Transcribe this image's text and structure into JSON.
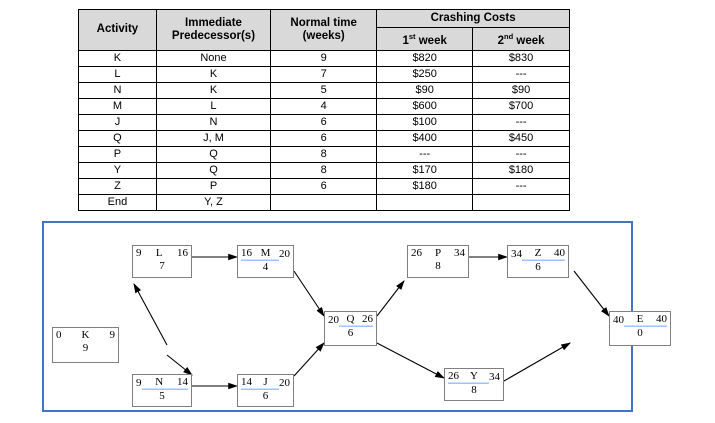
{
  "table": {
    "headers": {
      "activity": "Activity",
      "predecessor": "Immediate Predecessor(s)",
      "predecessor_l1": "Immediate",
      "predecessor_l2": "Predecessor(s)",
      "normal_time_l1": "Normal time",
      "normal_time_l2": "(weeks)",
      "crashing_costs": "Crashing Costs",
      "week1": "1st week",
      "week1_num": "1",
      "week1_sup": "st",
      "week1_rest": " week",
      "week2_num": "2",
      "week2_sup": "nd",
      "week2_rest": " week"
    },
    "rows": [
      {
        "activity": "K",
        "predecessor": "None",
        "normal_time": "9",
        "week1": "$820",
        "week2": "$830"
      },
      {
        "activity": "L",
        "predecessor": "K",
        "normal_time": "7",
        "week1": "$250",
        "week2": "---"
      },
      {
        "activity": "N",
        "predecessor": "K",
        "normal_time": "5",
        "week1": "$90",
        "week2": "$90"
      },
      {
        "activity": "M",
        "predecessor": "L",
        "normal_time": "4",
        "week1": "$600",
        "week2": "$700"
      },
      {
        "activity": "J",
        "predecessor": "N",
        "normal_time": "6",
        "week1": "$100",
        "week2": "---"
      },
      {
        "activity": "Q",
        "predecessor": "J, M",
        "normal_time": "6",
        "week1": "$400",
        "week2": "$450"
      },
      {
        "activity": "P",
        "predecessor": "Q",
        "normal_time": "8",
        "week1": "---",
        "week2": "---"
      },
      {
        "activity": "Y",
        "predecessor": "Q",
        "normal_time": "8",
        "week1": "$170",
        "week2": "$180"
      },
      {
        "activity": "Z",
        "predecessor": "P",
        "normal_time": "6",
        "week1": "$180",
        "week2": "---"
      },
      {
        "activity": "End",
        "predecessor": "Y, Z",
        "normal_time": "",
        "week1": "",
        "week2": ""
      }
    ]
  },
  "network": {
    "frame_color": "#4472c4",
    "highlight_color": "#9dc3ff",
    "nodes": [
      {
        "id": "K",
        "es": "0",
        "label": "K",
        "ef": "9",
        "dur": "9",
        "highlight": "none"
      },
      {
        "id": "L",
        "es": "9",
        "label": "L",
        "ef": "16",
        "dur": "7",
        "highlight": "none"
      },
      {
        "id": "M",
        "es": "16",
        "label": "M",
        "ef": "20",
        "dur": "4",
        "highlight": "es-label"
      },
      {
        "id": "N",
        "es": "9",
        "label": "N",
        "ef": "14",
        "dur": "5",
        "highlight": "label-ef"
      },
      {
        "id": "J",
        "es": "14",
        "label": "J",
        "ef": "20",
        "dur": "6",
        "highlight": "es-label"
      },
      {
        "id": "Q",
        "es": "20",
        "label": "Q",
        "ef": "26",
        "dur": "6",
        "highlight": "label-ef"
      },
      {
        "id": "P",
        "es": "26",
        "label": "P",
        "ef": "34",
        "dur": "8",
        "highlight": "none"
      },
      {
        "id": "Z",
        "es": "34",
        "label": "Z",
        "ef": "40",
        "dur": "6",
        "highlight": "label-ef"
      },
      {
        "id": "Y",
        "es": "26",
        "label": "Y",
        "ef": "34",
        "dur": "8",
        "highlight": "es-label"
      },
      {
        "id": "E",
        "es": "40",
        "label": "E",
        "ef": "40",
        "dur": "0",
        "highlight": "label-ef"
      }
    ],
    "edges": [
      {
        "from": "K",
        "to": "L"
      },
      {
        "from": "K",
        "to": "N"
      },
      {
        "from": "L",
        "to": "M"
      },
      {
        "from": "N",
        "to": "J"
      },
      {
        "from": "M",
        "to": "Q"
      },
      {
        "from": "J",
        "to": "Q"
      },
      {
        "from": "Q",
        "to": "P"
      },
      {
        "from": "Q",
        "to": "Y"
      },
      {
        "from": "P",
        "to": "Z"
      },
      {
        "from": "Z",
        "to": "E"
      },
      {
        "from": "Y",
        "to": "E"
      }
    ]
  }
}
